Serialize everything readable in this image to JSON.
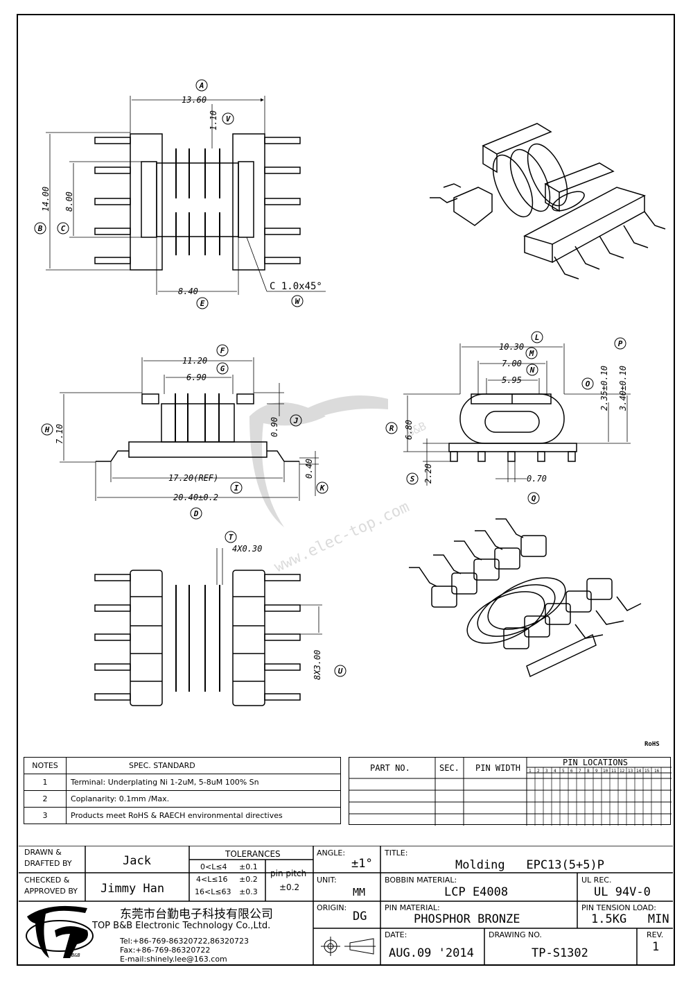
{
  "drawing": {
    "dims": {
      "A": "13.60",
      "V": "1.10",
      "B": "14.00",
      "C": "8.00",
      "E": "8.40",
      "W": "C 1.0x45°",
      "F": "11.20",
      "G": "6.90",
      "H": "7.10",
      "J": "0.90",
      "I": "17.20(REF)",
      "K": "0.40",
      "D": "20.40±0.2",
      "L": "10.30",
      "M": "7.00",
      "N": "5.95",
      "O": "2.35±0.10",
      "P": "3.40±0.10",
      "R": "6.80",
      "S": "2.20",
      "Q": "0.70",
      "T": "4X0.30",
      "U": "8X3.00"
    },
    "rohs": "RoHS",
    "watermark": "www.elec-top.com",
    "watermark_brand": "B&B"
  },
  "notes": {
    "headers": [
      "NOTES",
      "SPEC. STANDARD"
    ],
    "rows": [
      {
        "no": "1",
        "text": "Terminal: Underplating Ni 1-2uM, 5-8uM 100% Sn"
      },
      {
        "no": "2",
        "text": "Coplanarity: 0.1mm /Max."
      },
      {
        "no": "3",
        "text": "Products meet RoHS & RAECH environmental directives"
      }
    ]
  },
  "parts": {
    "headers": [
      "PART NO.",
      "SEC.",
      "PIN WIDTH",
      "PIN LOCATIONS"
    ],
    "pins": [
      "1",
      "2",
      "3",
      "4",
      "5",
      "6",
      "7",
      "8",
      "9",
      "10",
      "11",
      "12",
      "13",
      "14",
      "15",
      "16"
    ]
  },
  "title_block": {
    "drawn_label": "DRAWN &\nDRAFTED BY",
    "drawn": "Jack",
    "checked_label": "CHECKED &\nAPPROVED BY",
    "checked": "Jimmy Han",
    "tolerances": "TOLERANCES",
    "tol_rows": [
      [
        "0<L≤4",
        "±0.1"
      ],
      [
        "4<L≤16",
        "±0.2"
      ],
      [
        "16<L≤63",
        "±0.3"
      ]
    ],
    "pin_pitch": "pin pitch",
    "pin_pitch_val": "±0.2",
    "angle_label": "ANGLE:",
    "angle": "±1°",
    "unit_label": "UNIT:",
    "unit": "MM",
    "origin_label": "ORIGIN:",
    "origin": "DG",
    "title_label": "TITLE:",
    "title": "Molding   EPC13(5+5)P",
    "bobbin_label": "BOBBIN MATERIAL:",
    "bobbin": "LCP E4008",
    "ul_label": "UL REC.",
    "ul": "UL 94V-0",
    "pin_mat_label": "PIN MATERIAL:",
    "pin_mat": "PHOSPHOR BRONZE",
    "tension_label": "PIN TENSION LOAD:",
    "tension": "1.5KG   MIN",
    "date_label": "DATE:",
    "date": "AUG.09 '2014",
    "dwg_label": "DRAWING NO.",
    "dwg": "TP-S1302",
    "rev_label": "REV.",
    "rev": "1",
    "company_cn": "东莞市台勤电子科技有限公司",
    "company_en": "TOP B&B Electronic Technology Co.,Ltd.",
    "tel": "Tel:+86-769-86320722,86320723",
    "fax": "Fax:+86-769-86320722",
    "email": "E-mail:shinely.lee@163.com",
    "logo_brand": "B&B"
  }
}
